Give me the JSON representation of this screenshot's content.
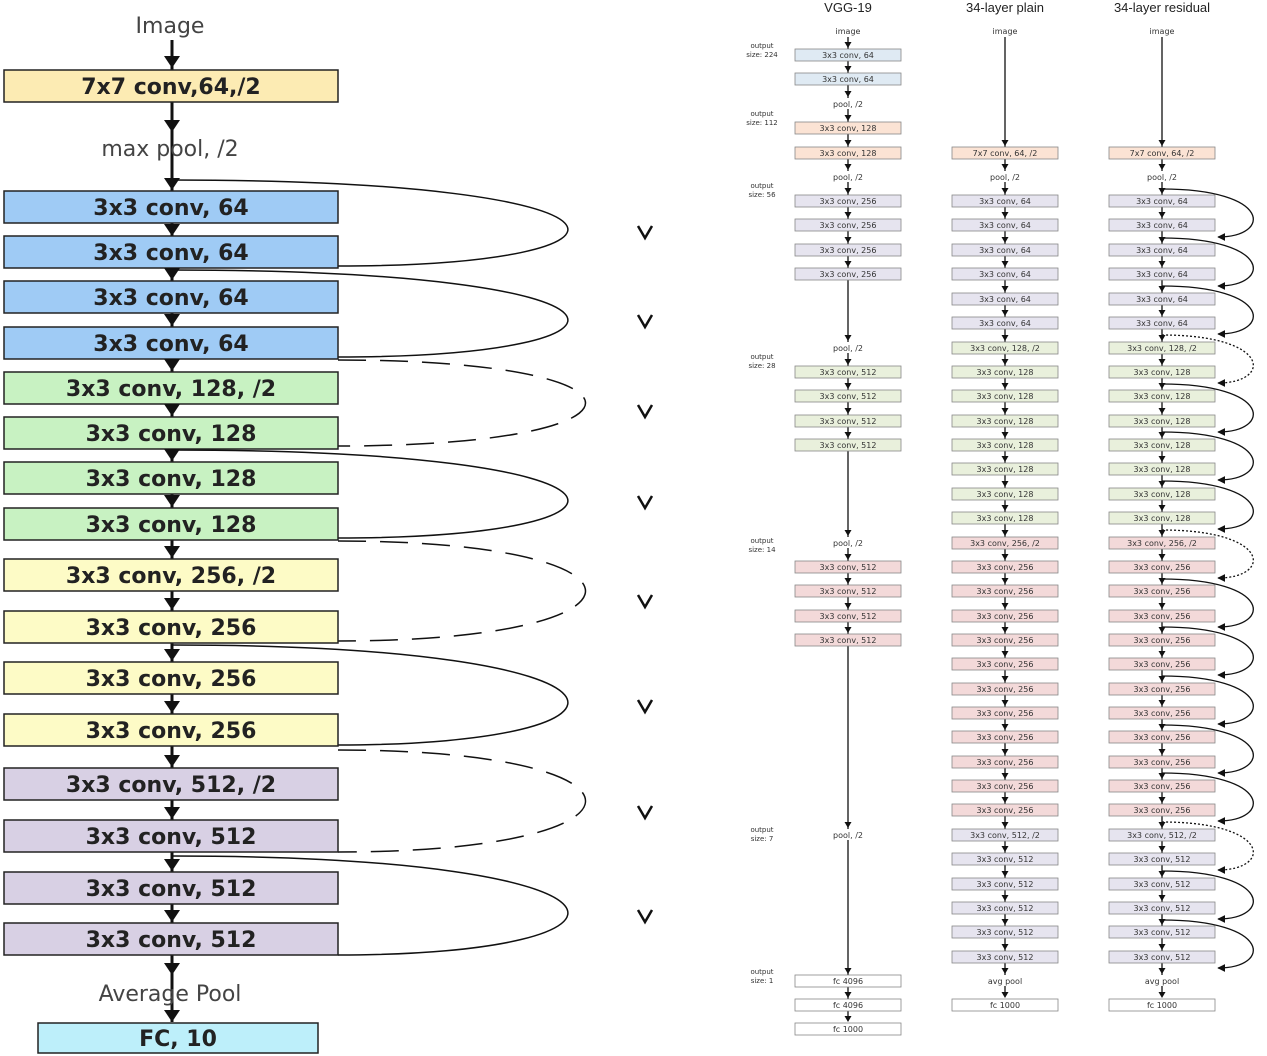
{
  "colors": {
    "orange": "#fcebb3",
    "blue": "#9fcbf5",
    "green": "#c8f2c2",
    "yellow": "#fdfbc6",
    "purple": "#d8d0e4",
    "cyan": "#bdeffa",
    "s_blue": "#dfeaf3",
    "s_peach": "#fbe3d4",
    "s_lav": "#e6e4ef",
    "s_green": "#e9f0dc",
    "s_pink": "#f3d9d9",
    "s_white": "#ffffff"
  },
  "left": {
    "input_label": "Image",
    "nodes": [
      {
        "text": "7x7 conv,64,/2",
        "color": "orange"
      },
      {
        "text": "max pool, /2",
        "color": null
      },
      {
        "text": "3x3 conv, 64",
        "color": "blue"
      },
      {
        "text": "3x3 conv, 64",
        "color": "blue"
      },
      {
        "text": "3x3 conv, 64",
        "color": "blue"
      },
      {
        "text": "3x3 conv, 64",
        "color": "blue"
      },
      {
        "text": "3x3 conv, 128, /2",
        "color": "green"
      },
      {
        "text": "3x3 conv, 128",
        "color": "green"
      },
      {
        "text": "3x3 conv, 128",
        "color": "green"
      },
      {
        "text": "3x3 conv, 128",
        "color": "green"
      },
      {
        "text": "3x3 conv, 256, /2",
        "color": "yellow"
      },
      {
        "text": "3x3 conv, 256",
        "color": "yellow"
      },
      {
        "text": "3x3 conv, 256",
        "color": "yellow"
      },
      {
        "text": "3x3 conv, 256",
        "color": "yellow"
      },
      {
        "text": "3x3 conv, 512, /2",
        "color": "purple"
      },
      {
        "text": "3x3 conv, 512",
        "color": "purple"
      },
      {
        "text": "3x3 conv, 512",
        "color": "purple"
      },
      {
        "text": "3x3 conv, 512",
        "color": "purple"
      },
      {
        "text": "Average Pool",
        "color": null
      },
      {
        "text": "FC, 10",
        "color": "cyan"
      }
    ]
  },
  "right": {
    "headers": [
      "VGG-19",
      "34-layer plain",
      "34-layer residual"
    ],
    "output_sizes": [
      {
        "top": "output",
        "bottom": "size: 224"
      },
      {
        "top": "output",
        "bottom": "size: 112"
      },
      {
        "top": "output",
        "bottom": "size: 56"
      },
      {
        "top": "output",
        "bottom": "size: 28"
      },
      {
        "top": "output",
        "bottom": "size: 14"
      },
      {
        "top": "output",
        "bottom": "size: 7"
      },
      {
        "top": "output",
        "bottom": "size: 1"
      }
    ],
    "vgg": [
      {
        "text": "image",
        "box": false
      },
      {
        "text": "3x3 conv, 64",
        "color": "s_blue",
        "box": true
      },
      {
        "text": "3x3 conv, 64",
        "color": "s_blue",
        "box": true
      },
      {
        "text": "pool, /2",
        "box": false
      },
      {
        "text": "3x3 conv, 128",
        "color": "s_peach",
        "box": true
      },
      {
        "text": "3x3 conv, 128",
        "color": "s_peach",
        "box": true
      },
      {
        "text": "pool, /2",
        "box": false
      },
      {
        "text": "3x3 conv, 256",
        "color": "s_lav",
        "box": true
      },
      {
        "text": "3x3 conv, 256",
        "color": "s_lav",
        "box": true
      },
      {
        "text": "3x3 conv, 256",
        "color": "s_lav",
        "box": true
      },
      {
        "text": "3x3 conv, 256",
        "color": "s_lav",
        "box": true
      },
      {
        "text": "pool, /2",
        "box": false
      },
      {
        "text": "3x3 conv, 512",
        "color": "s_green",
        "box": true
      },
      {
        "text": "3x3 conv, 512",
        "color": "s_green",
        "box": true
      },
      {
        "text": "3x3 conv, 512",
        "color": "s_green",
        "box": true
      },
      {
        "text": "3x3 conv, 512",
        "color": "s_green",
        "box": true
      },
      {
        "text": "pool, /2",
        "box": false
      },
      {
        "text": "3x3 conv, 512",
        "color": "s_pink",
        "box": true
      },
      {
        "text": "3x3 conv, 512",
        "color": "s_pink",
        "box": true
      },
      {
        "text": "3x3 conv, 512",
        "color": "s_pink",
        "box": true
      },
      {
        "text": "3x3 conv, 512",
        "color": "s_pink",
        "box": true
      },
      {
        "text": "pool, /2",
        "box": false
      },
      {
        "text": "fc 4096",
        "color": "s_white",
        "box": true
      },
      {
        "text": "fc 4096",
        "color": "s_white",
        "box": true
      },
      {
        "text": "fc 1000",
        "color": "s_white",
        "box": true
      }
    ],
    "plain": [
      {
        "text": "image",
        "box": false
      },
      {
        "text": "7x7 conv, 64, /2",
        "color": "s_peach",
        "box": true
      },
      {
        "text": "pool, /2",
        "box": false
      },
      {
        "text": "3x3 conv, 64",
        "color": "s_lav",
        "box": true
      },
      {
        "text": "3x3 conv, 64",
        "color": "s_lav",
        "box": true
      },
      {
        "text": "3x3 conv, 64",
        "color": "s_lav",
        "box": true
      },
      {
        "text": "3x3 conv, 64",
        "color": "s_lav",
        "box": true
      },
      {
        "text": "3x3 conv, 64",
        "color": "s_lav",
        "box": true
      },
      {
        "text": "3x3 conv, 64",
        "color": "s_lav",
        "box": true
      },
      {
        "text": "3x3 conv, 128, /2",
        "color": "s_green",
        "box": true
      },
      {
        "text": "3x3 conv, 128",
        "color": "s_green",
        "box": true
      },
      {
        "text": "3x3 conv, 128",
        "color": "s_green",
        "box": true
      },
      {
        "text": "3x3 conv, 128",
        "color": "s_green",
        "box": true
      },
      {
        "text": "3x3 conv, 128",
        "color": "s_green",
        "box": true
      },
      {
        "text": "3x3 conv, 128",
        "color": "s_green",
        "box": true
      },
      {
        "text": "3x3 conv, 128",
        "color": "s_green",
        "box": true
      },
      {
        "text": "3x3 conv, 128",
        "color": "s_green",
        "box": true
      },
      {
        "text": "3x3 conv, 256, /2",
        "color": "s_pink",
        "box": true
      },
      {
        "text": "3x3 conv, 256",
        "color": "s_pink",
        "box": true
      },
      {
        "text": "3x3 conv, 256",
        "color": "s_pink",
        "box": true
      },
      {
        "text": "3x3 conv, 256",
        "color": "s_pink",
        "box": true
      },
      {
        "text": "3x3 conv, 256",
        "color": "s_pink",
        "box": true
      },
      {
        "text": "3x3 conv, 256",
        "color": "s_pink",
        "box": true
      },
      {
        "text": "3x3 conv, 256",
        "color": "s_pink",
        "box": true
      },
      {
        "text": "3x3 conv, 256",
        "color": "s_pink",
        "box": true
      },
      {
        "text": "3x3 conv, 256",
        "color": "s_pink",
        "box": true
      },
      {
        "text": "3x3 conv, 256",
        "color": "s_pink",
        "box": true
      },
      {
        "text": "3x3 conv, 256",
        "color": "s_pink",
        "box": true
      },
      {
        "text": "3x3 conv, 256",
        "color": "s_pink",
        "box": true
      },
      {
        "text": "3x3 conv, 512, /2",
        "color": "s_lav",
        "box": true
      },
      {
        "text": "3x3 conv, 512",
        "color": "s_lav",
        "box": true
      },
      {
        "text": "3x3 conv, 512",
        "color": "s_lav",
        "box": true
      },
      {
        "text": "3x3 conv, 512",
        "color": "s_lav",
        "box": true
      },
      {
        "text": "3x3 conv, 512",
        "color": "s_lav",
        "box": true
      },
      {
        "text": "3x3 conv, 512",
        "color": "s_lav",
        "box": true
      },
      {
        "text": "avg pool",
        "box": false
      },
      {
        "text": "fc 1000",
        "color": "s_white",
        "box": true
      }
    ],
    "residual": [
      {
        "text": "image",
        "box": false
      },
      {
        "text": "7x7 conv, 64, /2",
        "color": "s_peach",
        "box": true
      },
      {
        "text": "pool, /2",
        "box": false
      },
      {
        "text": "3x3 conv, 64",
        "color": "s_lav",
        "box": true
      },
      {
        "text": "3x3 conv, 64",
        "color": "s_lav",
        "box": true
      },
      {
        "text": "3x3 conv, 64",
        "color": "s_lav",
        "box": true
      },
      {
        "text": "3x3 conv, 64",
        "color": "s_lav",
        "box": true
      },
      {
        "text": "3x3 conv, 64",
        "color": "s_lav",
        "box": true
      },
      {
        "text": "3x3 conv, 64",
        "color": "s_lav",
        "box": true
      },
      {
        "text": "3x3 conv, 128, /2",
        "color": "s_green",
        "box": true
      },
      {
        "text": "3x3 conv, 128",
        "color": "s_green",
        "box": true
      },
      {
        "text": "3x3 conv, 128",
        "color": "s_green",
        "box": true
      },
      {
        "text": "3x3 conv, 128",
        "color": "s_green",
        "box": true
      },
      {
        "text": "3x3 conv, 128",
        "color": "s_green",
        "box": true
      },
      {
        "text": "3x3 conv, 128",
        "color": "s_green",
        "box": true
      },
      {
        "text": "3x3 conv, 128",
        "color": "s_green",
        "box": true
      },
      {
        "text": "3x3 conv, 128",
        "color": "s_green",
        "box": true
      },
      {
        "text": "3x3 conv, 256, /2",
        "color": "s_pink",
        "box": true
      },
      {
        "text": "3x3 conv, 256",
        "color": "s_pink",
        "box": true
      },
      {
        "text": "3x3 conv, 256",
        "color": "s_pink",
        "box": true
      },
      {
        "text": "3x3 conv, 256",
        "color": "s_pink",
        "box": true
      },
      {
        "text": "3x3 conv, 256",
        "color": "s_pink",
        "box": true
      },
      {
        "text": "3x3 conv, 256",
        "color": "s_pink",
        "box": true
      },
      {
        "text": "3x3 conv, 256",
        "color": "s_pink",
        "box": true
      },
      {
        "text": "3x3 conv, 256",
        "color": "s_pink",
        "box": true
      },
      {
        "text": "3x3 conv, 256",
        "color": "s_pink",
        "box": true
      },
      {
        "text": "3x3 conv, 256",
        "color": "s_pink",
        "box": true
      },
      {
        "text": "3x3 conv, 256",
        "color": "s_pink",
        "box": true
      },
      {
        "text": "3x3 conv, 256",
        "color": "s_pink",
        "box": true
      },
      {
        "text": "3x3 conv, 512, /2",
        "color": "s_lav",
        "box": true
      },
      {
        "text": "3x3 conv, 512",
        "color": "s_lav",
        "box": true
      },
      {
        "text": "3x3 conv, 512",
        "color": "s_lav",
        "box": true
      },
      {
        "text": "3x3 conv, 512",
        "color": "s_lav",
        "box": true
      },
      {
        "text": "3x3 conv, 512",
        "color": "s_lav",
        "box": true
      },
      {
        "text": "3x3 conv, 512",
        "color": "s_lav",
        "box": true
      },
      {
        "text": "avg pool",
        "box": false
      },
      {
        "text": "fc 1000",
        "color": "s_white",
        "box": true
      }
    ]
  }
}
